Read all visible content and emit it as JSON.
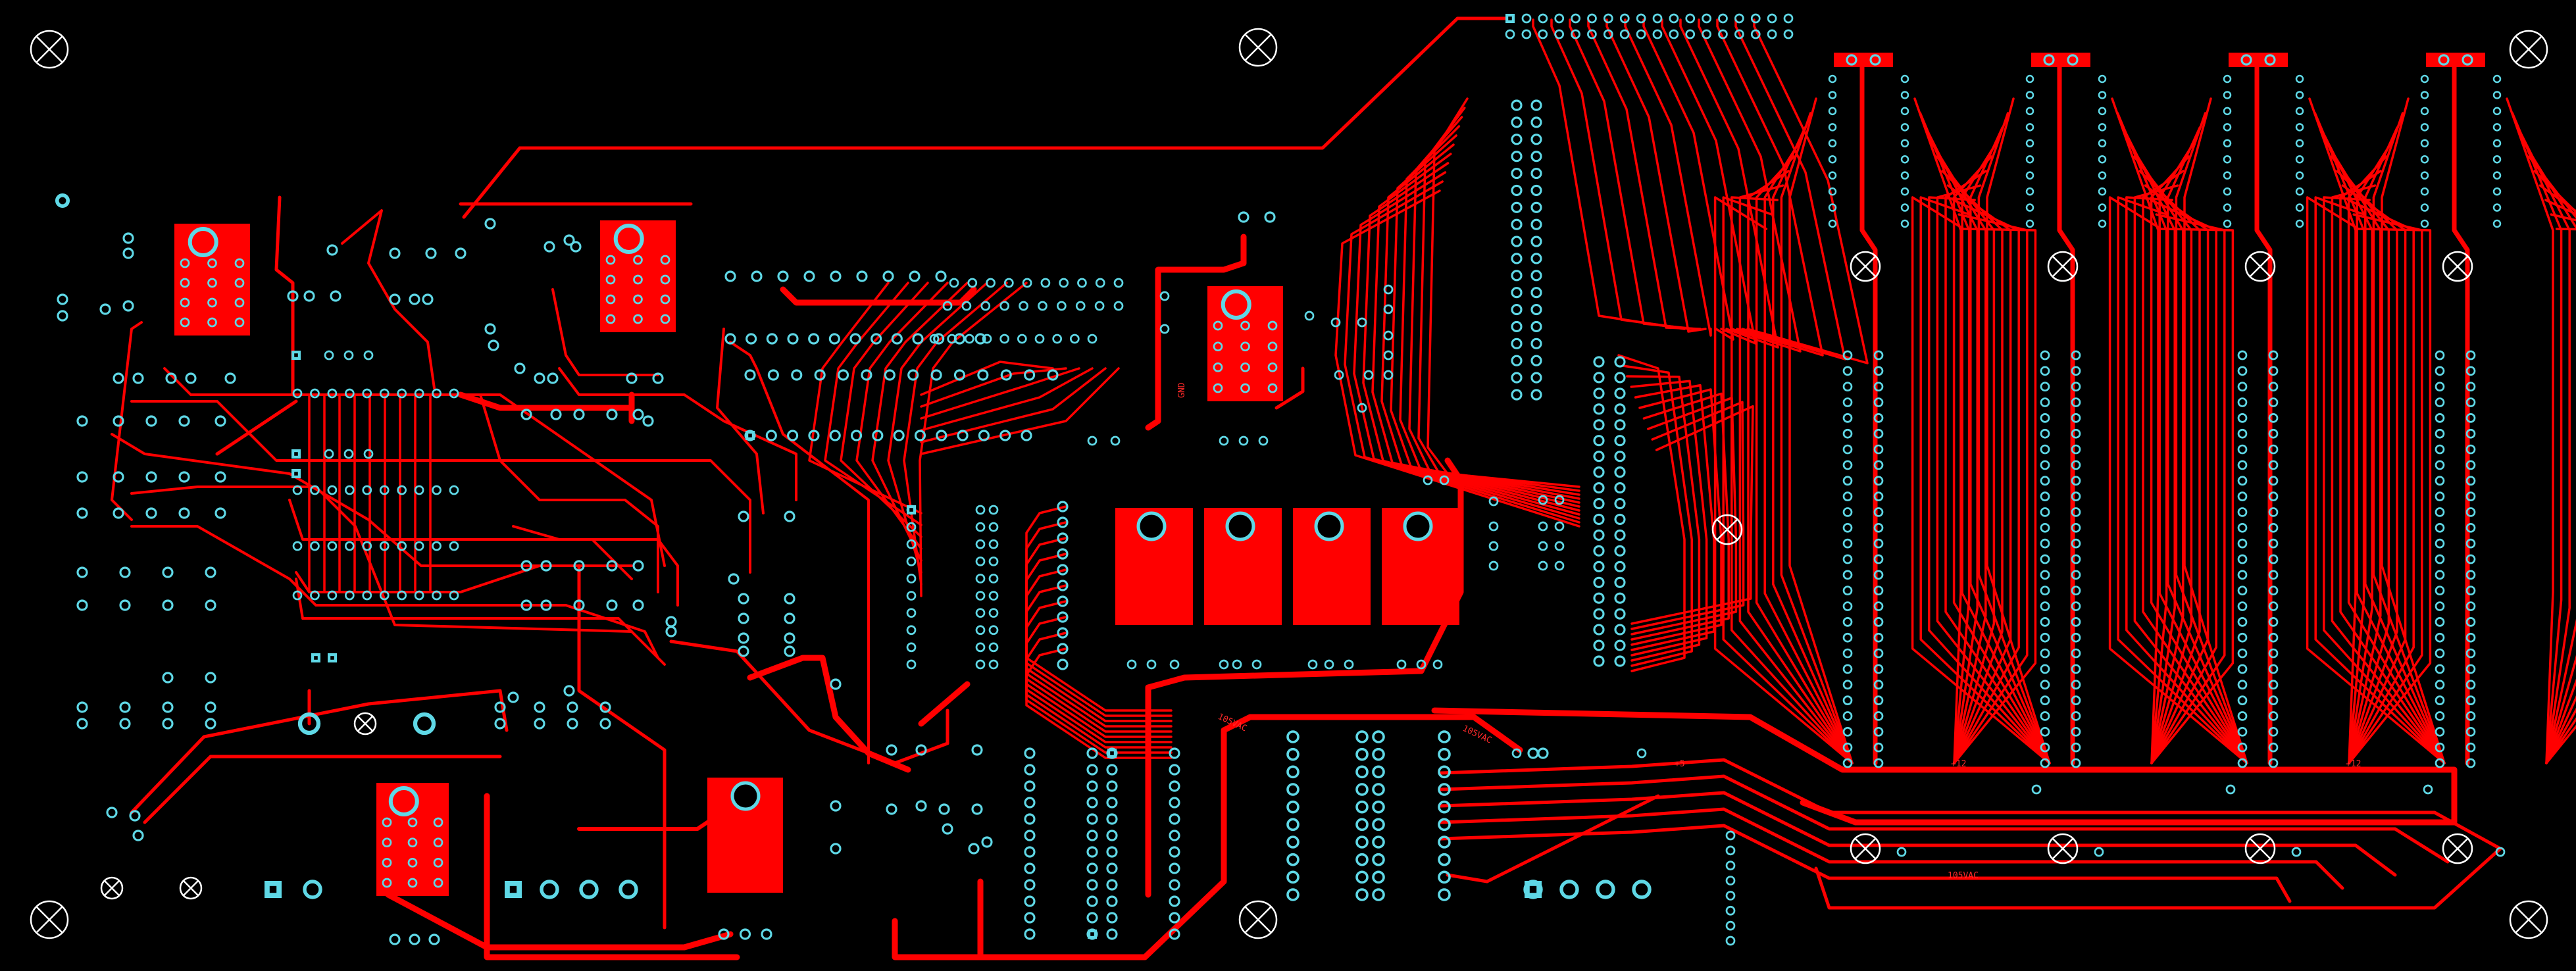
{
  "board": {
    "colors": {
      "background": "#000000",
      "copper": "#ff0000",
      "pad": "#5fd8e6",
      "mount": "#ffffff"
    },
    "labels": {
      "gnd": "GND",
      "v12a": "+12",
      "v12b": "+12",
      "v5": "+5",
      "vac1": "105VAC",
      "vac2": "105VAC",
      "vac3": "105VAC"
    },
    "icons": {
      "mounting_hole": "crossed-circle-icon",
      "pad": "through-hole-pad-icon",
      "square_pad": "square-pad-icon",
      "header": "pin-header-icon",
      "regulator": "to220-tab-icon"
    }
  }
}
